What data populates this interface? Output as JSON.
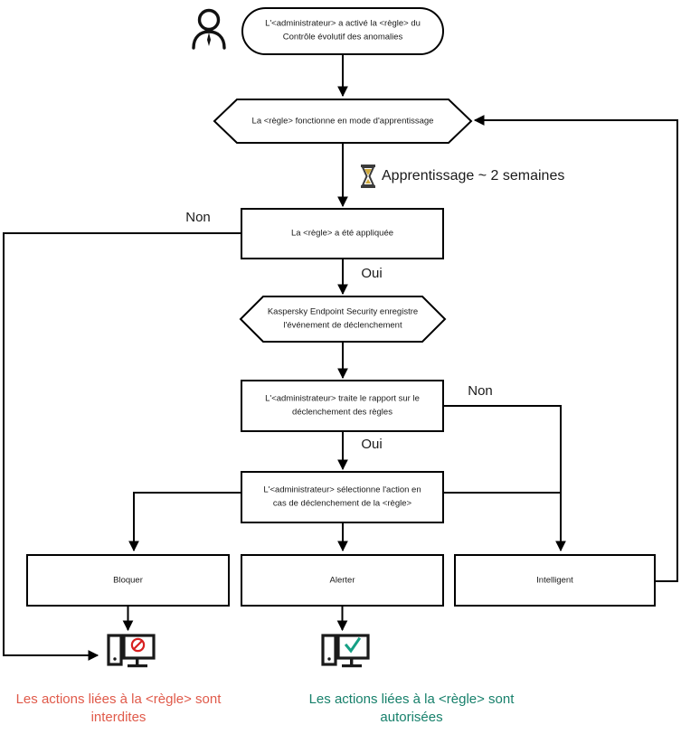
{
  "diagram": {
    "title": "Contrôle évolutif des anomalies - logique de la règle",
    "colors": {
      "stroke": "#000000",
      "fill": "#ffffff",
      "text": "#1a1a1a",
      "deny": "#e05a4a",
      "allow": "#17806b",
      "deny_icon": "#d82020",
      "allow_icon": "#16a085"
    },
    "nodes": {
      "actor": {
        "icon": "user-icon"
      },
      "start": {
        "shape": "rounded",
        "line1": "L'<administrateur> a activé la <règle> du",
        "line2": "Contrôle évolutif des anomalies"
      },
      "learning_mode": {
        "shape": "hexagon",
        "line1": "La <règle> fonctionne en mode d'apprentissage"
      },
      "learning_note": {
        "icon": "hourglass-icon",
        "label": "Apprentissage ~ 2 semaines"
      },
      "rule_applied": {
        "shape": "rect",
        "line1": "La <règle> a été appliquée"
      },
      "kes_logs": {
        "shape": "hexagon",
        "line1": "Kaspersky Endpoint Security enregistre",
        "line2": "l'événement de déclenchement"
      },
      "admin_report": {
        "shape": "rect",
        "line1": "L'<administrateur> traite le rapport sur le",
        "line2": "déclenchement des règles"
      },
      "admin_action": {
        "shape": "rect",
        "line1": "L'<administrateur> sélectionne l'action en",
        "line2": "cas de déclenchement de la <règle>"
      },
      "action_block": {
        "shape": "rect",
        "label": "Bloquer"
      },
      "action_alert": {
        "shape": "rect",
        "label": "Alerter"
      },
      "action_smart": {
        "shape": "rect",
        "label": "Intelligent"
      }
    },
    "edge_labels": {
      "rule_applied_no": "Non",
      "rule_applied_yes": "Oui",
      "admin_report_no": "Non",
      "admin_report_yes": "Oui"
    },
    "outcomes": {
      "blocked": {
        "icon": "computer-blocked-icon",
        "line1": "Les actions liées à la <règle> sont",
        "line2": "interdites"
      },
      "allowed": {
        "icon": "computer-allowed-icon",
        "line1": "Les actions liées à la <règle> sont",
        "line2": "autorisées"
      }
    }
  }
}
